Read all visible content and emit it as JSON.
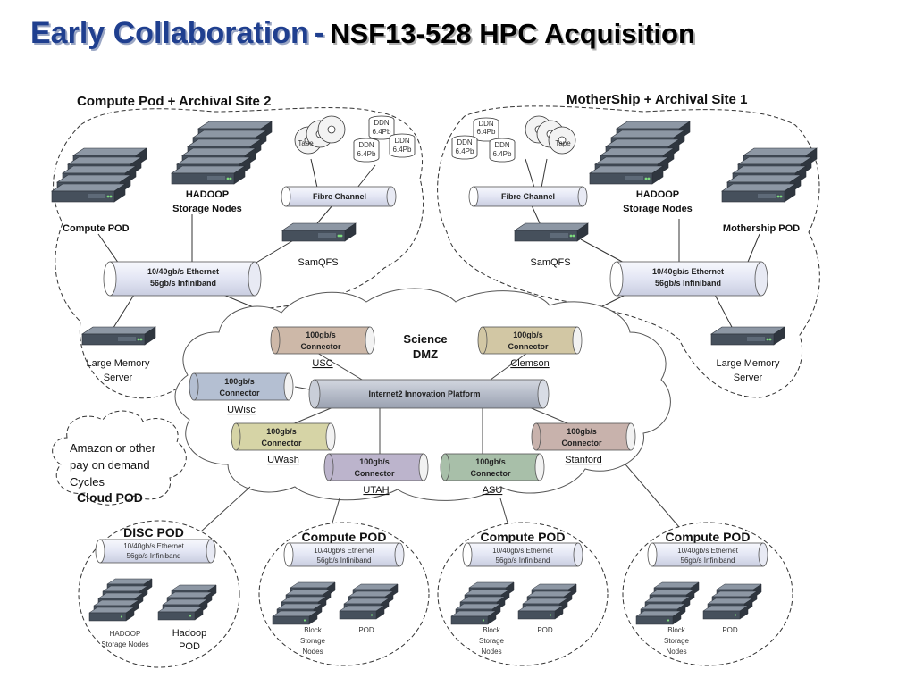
{
  "title": {
    "main": "Early Collaboration",
    "separator": "-",
    "subtitle": "NSF13-528 HPC Acquisition"
  },
  "left_site": {
    "header": "Compute Pod + Archival Site 2",
    "compute_pod": "Compute POD",
    "hadoop_line1": "HADOOP",
    "hadoop_line2": "Storage Nodes",
    "tape": "Tape",
    "ddn_1": "DDN",
    "ddn_2": "6.4Pb",
    "fibre_channel": "Fibre Channel",
    "samqfs": "SamQFS",
    "ethernet_line1": "10/40gb/s Ethernet",
    "ethernet_line2": "56gb/s Infiniband",
    "large_memory_line1": "Large Memory",
    "large_memory_line2": "Server"
  },
  "right_site": {
    "header": "MotherShip  + Archival Site 1",
    "mothership_pod": "Mothership POD",
    "hadoop_line1": "HADOOP",
    "hadoop_line2": "Storage Nodes",
    "tape": "Tape",
    "ddn_1": "DDN",
    "ddn_2": "6.4Pb",
    "fibre_channel": "Fibre Channel",
    "samqfs": "SamQFS",
    "ethernet_line1": "10/40gb/s Ethernet",
    "ethernet_line2": "56gb/s Infiniband",
    "large_memory_line1": "Large Memory",
    "large_memory_line2": "Server"
  },
  "dmz": {
    "label_line1": "Science",
    "label_line2": "DMZ",
    "platform": "Internet2 Innovation Platform",
    "connector_line1": "100gb/s",
    "connector_line2": "Connector",
    "connectors": [
      {
        "name": "USC",
        "color": "#cdb8a8"
      },
      {
        "name": "Clemson",
        "color": "#d2c7a4"
      },
      {
        "name": "UWisc",
        "color": "#b4bfd2"
      },
      {
        "name": "UWash",
        "color": "#d6d4a6"
      },
      {
        "name": "UTAH",
        "color": "#bcb4cc"
      },
      {
        "name": "ASU",
        "color": "#a8bfa9"
      },
      {
        "name": "Stanford",
        "color": "#c8b2ac"
      }
    ]
  },
  "cloud_pod": {
    "text_line1": "Amazon or other",
    "text_line2": "pay on demand",
    "text_line3": "Cycles",
    "label": "Cloud POD"
  },
  "bottom_pods": {
    "disc": {
      "title": "DISC POD",
      "eth_line1": "10/40gb/s Ethernet",
      "eth_line2": "56gb/s Infiniband",
      "left_line1": "HADOOP",
      "left_line2": "Storage Nodes",
      "right_line1": "Hadoop",
      "right_line2": "POD"
    },
    "compute": {
      "title": "Compute POD",
      "eth_line1": "10/40gb/s Ethernet",
      "eth_line2": "56gb/s Infiniband",
      "block_line1": "Block",
      "block_line2": "Storage",
      "block_line3": "Nodes",
      "pod": "POD"
    }
  },
  "colors": {
    "title_blue": "#1f3f8f",
    "pipe_fill": "#e6e8f5",
    "platform_fill": "#b9bfcc",
    "server_dark": "#3a4450",
    "server_led": "#7ddc7d"
  }
}
